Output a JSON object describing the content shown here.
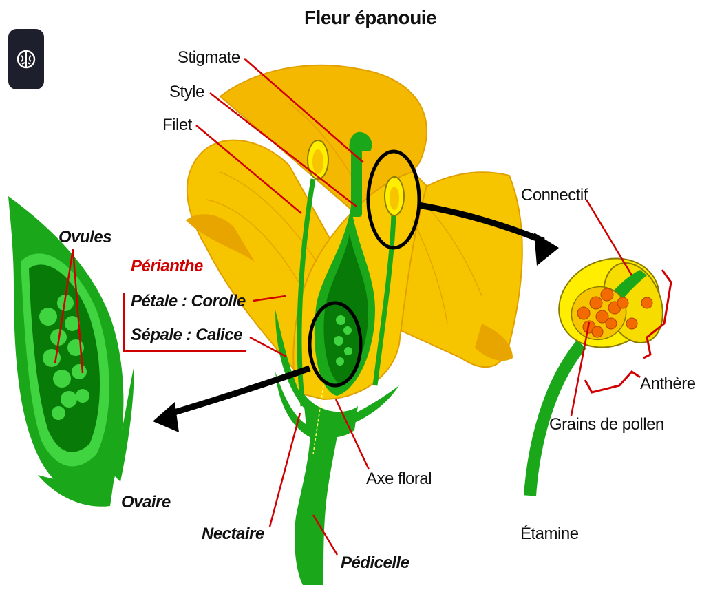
{
  "title": "Fleur épanouie",
  "labels": {
    "stigmate": "Stigmate",
    "style": "Style",
    "filet": "Filet",
    "connectif": "Connectif",
    "ovules": "Ovules",
    "perianthe": "Périanthe",
    "petale_corolle": "Pétale : Corolle",
    "sepale_calice": "Sépale : Calice",
    "anthere": "Anthère",
    "grains_de_pollen": "Grains de pollen",
    "axe_floral": "Axe floral",
    "ovaire": "Ovaire",
    "nectaire": "Nectaire",
    "etamine": "Étamine",
    "pedicelle": "Pédicelle"
  },
  "icons": {
    "app_badge": "brain-icon"
  },
  "colors": {
    "petal": "#f7c400",
    "petal_dark": "#e8a500",
    "green": "#1aa81a",
    "green_light": "#41d441",
    "green_dark": "#087a08",
    "pollen": "#f26a00",
    "anther_yellow": "#ffee00",
    "leader_red": "#d00000"
  }
}
